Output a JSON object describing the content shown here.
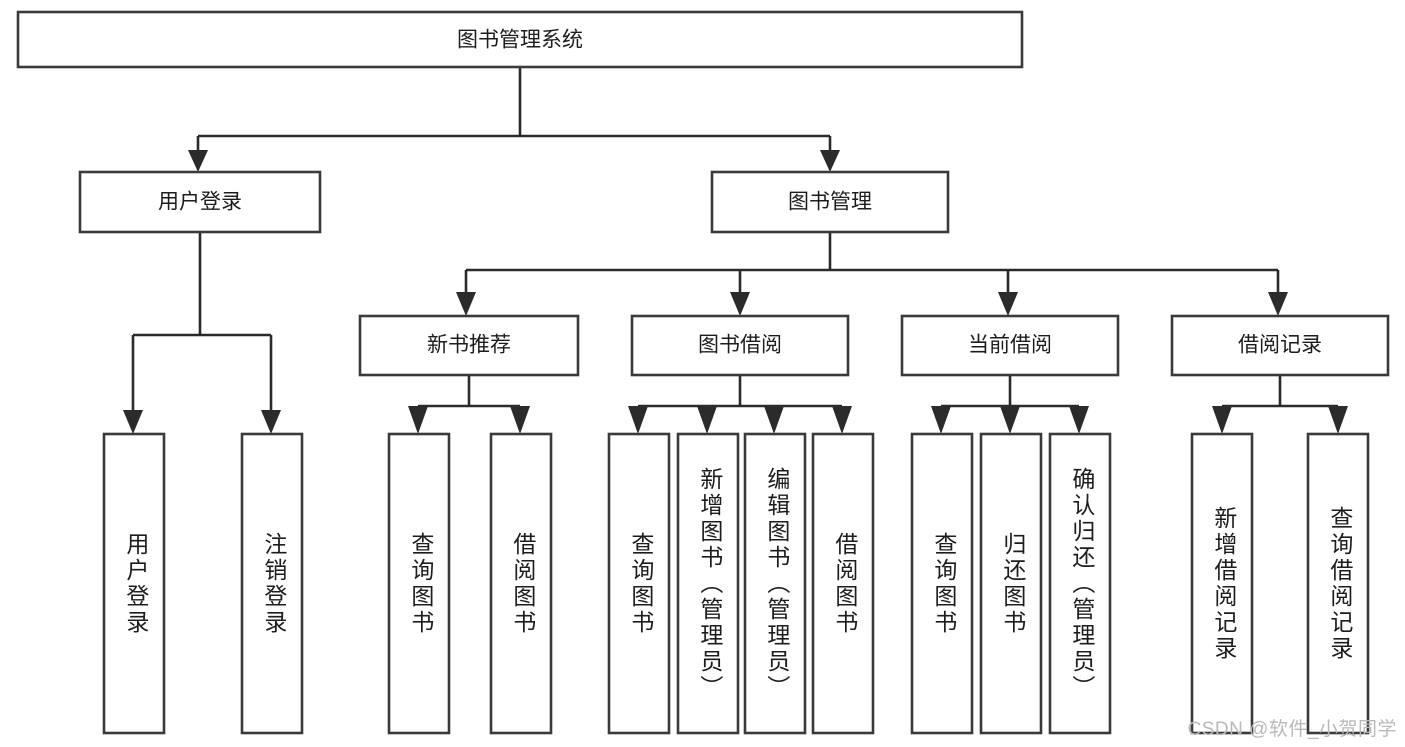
{
  "diagram": {
    "type": "tree-hierarchy",
    "title": "图书管理系统",
    "watermark": "CSDN @软件_小贺同学",
    "colors": {
      "background": "#ffffff",
      "box_stroke": "#3a3a3a",
      "connector": "#2b2b2b",
      "text": "#1d1d1d",
      "watermark": "#b9b9b9"
    },
    "levels": {
      "root": {
        "label": "图书管理系统",
        "orientation": "horizontal"
      },
      "level2": [
        {
          "id": "user-login",
          "label": "用户登录",
          "orientation": "horizontal"
        },
        {
          "id": "book-management",
          "label": "图书管理",
          "orientation": "horizontal"
        }
      ],
      "level3": [
        {
          "id": "new-book-recommend",
          "label": "新书推荐",
          "orientation": "horizontal",
          "parent": "book-management"
        },
        {
          "id": "book-borrow",
          "label": "图书借阅",
          "orientation": "horizontal",
          "parent": "book-management"
        },
        {
          "id": "current-borrow",
          "label": "当前借阅",
          "orientation": "horizontal",
          "parent": "book-management"
        },
        {
          "id": "borrow-record",
          "label": "借阅记录",
          "orientation": "horizontal",
          "parent": "book-management"
        }
      ],
      "leaves": [
        {
          "id": "leaf-user-login",
          "label": "用户登录",
          "orientation": "vertical",
          "parent": "user-login"
        },
        {
          "id": "leaf-logout-login",
          "label": "注销登录",
          "orientation": "vertical",
          "parent": "user-login"
        },
        {
          "id": "leaf-query-book-1",
          "label": "查询图书",
          "orientation": "vertical",
          "parent": "new-book-recommend"
        },
        {
          "id": "leaf-borrow-book-1",
          "label": "借阅图书",
          "orientation": "vertical",
          "parent": "new-book-recommend"
        },
        {
          "id": "leaf-query-book-2",
          "label": "查询图书",
          "orientation": "vertical",
          "parent": "book-borrow"
        },
        {
          "id": "leaf-add-book",
          "label": "新增图书（管理员）",
          "orientation": "vertical",
          "parent": "book-borrow"
        },
        {
          "id": "leaf-edit-book",
          "label": "编辑图书（管理员）",
          "orientation": "vertical",
          "parent": "book-borrow"
        },
        {
          "id": "leaf-borrow-book-2",
          "label": "借阅图书",
          "orientation": "vertical",
          "parent": "book-borrow"
        },
        {
          "id": "leaf-query-book-3",
          "label": "查询图书",
          "orientation": "vertical",
          "parent": "current-borrow"
        },
        {
          "id": "leaf-return-book",
          "label": "归还图书",
          "orientation": "vertical",
          "parent": "current-borrow"
        },
        {
          "id": "leaf-confirm-return",
          "label": "确认归还（管理员）",
          "orientation": "vertical",
          "parent": "current-borrow"
        },
        {
          "id": "leaf-add-record",
          "label": "新增借阅记录",
          "orientation": "vertical",
          "parent": "borrow-record"
        },
        {
          "id": "leaf-query-record",
          "label": "查询借阅记录",
          "orientation": "vertical",
          "parent": "borrow-record"
        }
      ]
    }
  }
}
